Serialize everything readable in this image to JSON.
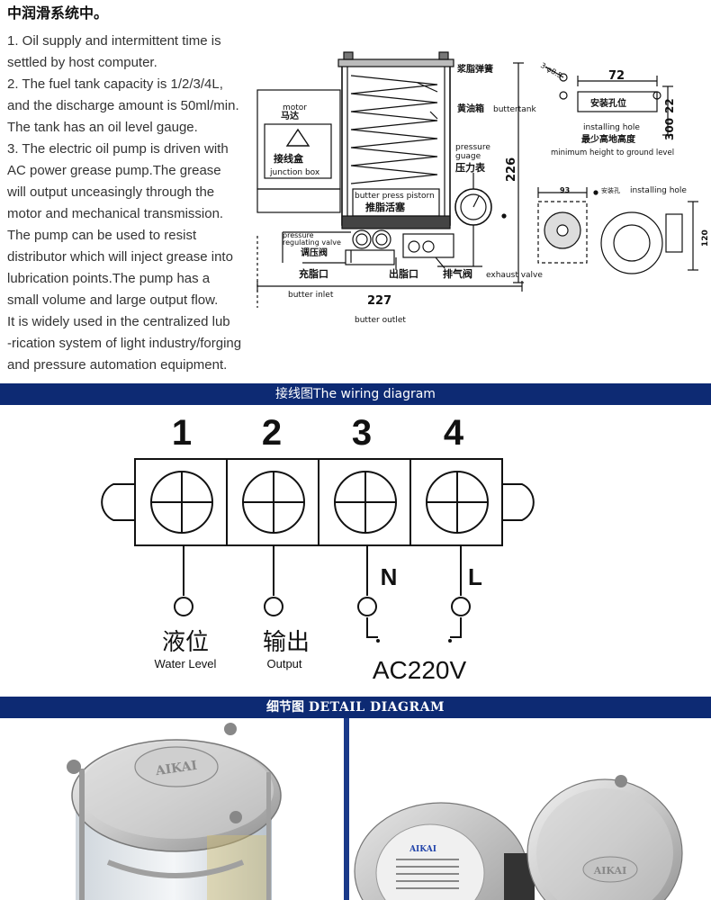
{
  "intro": {
    "heading": "中润滑系统中。",
    "lines": [
      "1. Oil supply and intermittent time is",
      "settled by host computer.",
      "2. The fuel tank capacity is 1/2/3/4L,",
      "and the discharge amount is 50ml/min.",
      "The tank has an oil level gauge.",
      "3. The electric oil pump is driven with",
      "AC power grease pump.The grease",
      "will output unceasingly through the",
      "motor and mechanical transmission.",
      "The pump can be used to resist",
      "distributor which will inject grease into",
      "lubrication points.The pump has a",
      "small volume and large output flow.",
      "It is widely used in the centralized lub",
      "-rication system of light industry/forging",
      "and pressure automation equipment."
    ]
  },
  "drawing": {
    "motor_en": "motor",
    "motor_cn": "马达",
    "junction_cn": "接线盒",
    "junction_en": "junction box",
    "spring_cn": "浆脂弹簧",
    "tank_cn": "黄油箱",
    "tank_en": "buttertank",
    "piston_en": "butter press pistorn",
    "piston_cn": "推脂活塞",
    "gauge_en_1": "pressure",
    "gauge_en_2": "guage",
    "gauge_cn": "压力表",
    "height_dim": "226",
    "reg_en_1": "pressure",
    "reg_en_2": "regulating valve",
    "reg_cn": "调压阀",
    "inlet_cn": "充脂口",
    "inlet_en": "butter inlet",
    "outlet_cn": "出脂口",
    "exhaust_cn": "排气阀",
    "exhaust_en": "exhaust valve",
    "width_dim": "227",
    "outlet_en": "butter outlet",
    "hole_spec": "3-φ8.5",
    "hole_dim": "72",
    "hole_cn": "安装孔位",
    "hole_en": "installing hole",
    "min_dim_1": "300",
    "min_dim_2": "22",
    "min_cn": "最少高地高度",
    "min_en": "minimum height to ground level",
    "side_dim": "93",
    "side_hole_cn": "安装孔",
    "side_hole_en": "installing hole",
    "side_height": "120"
  },
  "wiring": {
    "banner": "接线图The wiring diagram",
    "terminals": [
      "1",
      "2",
      "3",
      "4"
    ],
    "n_label": "N",
    "l_label": "L",
    "level_cn": "液位",
    "level_en": "Water Level",
    "output_cn": "输出",
    "output_en": "Output",
    "ac_label": "AC220V"
  },
  "detail": {
    "banner_cn": "细节图",
    "banner_en": "DETAIL DIAGRAM",
    "lid_logo": "AIKAI",
    "nameplate_logo": "AIKAI",
    "lid_logo_right": "AIKAI"
  },
  "colors": {
    "banner": "#0d2a73",
    "divider": "#1a3a8a"
  }
}
